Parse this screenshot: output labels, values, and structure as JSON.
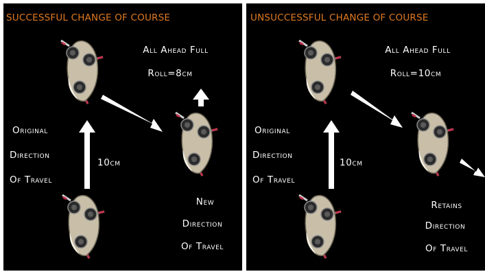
{
  "panels": [
    {
      "title": "SUCCESSFUL CHANGE OF COURSE",
      "order_line1": "All Ahead Full",
      "order_line2": "Roll=8cm",
      "original_direction": [
        "Original",
        "Direction",
        "Of Travel"
      ],
      "distance": "10cm",
      "result": [
        "New",
        "Direction",
        "Of Travel"
      ],
      "outcome": "success"
    },
    {
      "title": "UNSUCCESSFUL CHANGE OF COURSE",
      "order_line1": "All Ahead Full",
      "order_line2": "Roll=10cm",
      "original_direction": [
        "Original",
        "Direction",
        "Of Travel"
      ],
      "distance": "10cm",
      "result": [
        "Retains",
        "Direction",
        "Of Travel"
      ],
      "outcome": "failure"
    }
  ],
  "colors": {
    "background": "#000000",
    "title": "#e07a22",
    "text": "#ffffff",
    "ship_hull": "#c9bfa8",
    "ship_turret": "#2b2b2b"
  },
  "icons": {
    "ship": "walker-ship-icon",
    "arrow": "movement-arrow-icon"
  }
}
